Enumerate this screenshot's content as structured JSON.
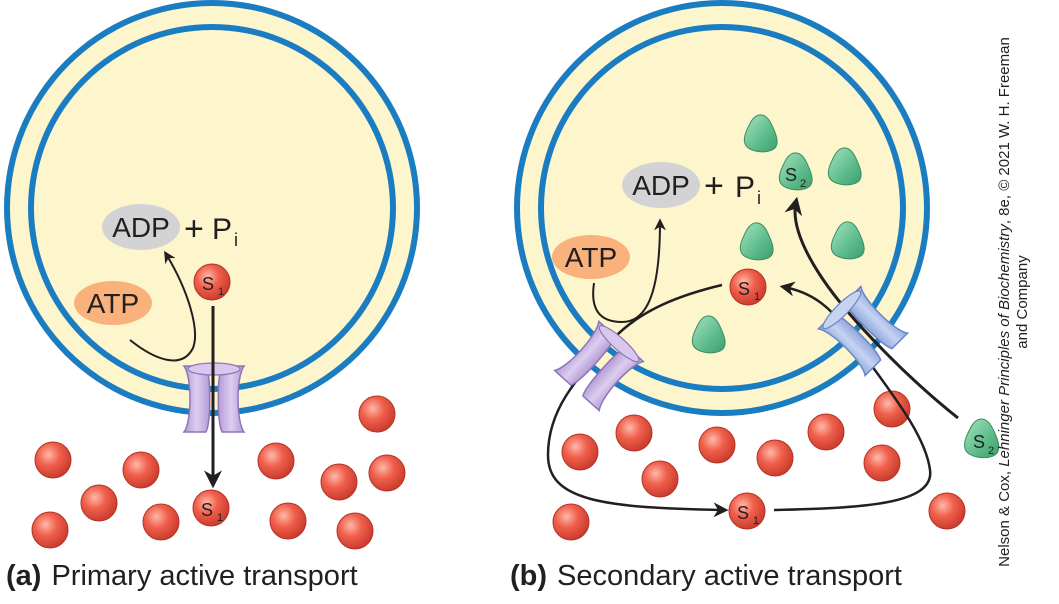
{
  "panel_a": {
    "letter": "(a)",
    "caption": "Primary active transport",
    "adp": "ADP",
    "plus": "+",
    "p": "P",
    "p_sub": "i",
    "atp": "ATP",
    "s": "S",
    "s_sub": "1"
  },
  "panel_b": {
    "letter": "(b)",
    "caption": "Secondary active transport",
    "adp": "ADP",
    "plus": "+",
    "p": "P",
    "p_sub": "i",
    "atp": "ATP",
    "s1": "S",
    "s1_sub": "1",
    "s2": "S",
    "s2_sub": "2"
  },
  "credit": {
    "line1_pre": "Nelson & Cox, ",
    "line1_title": "Lehninger Principles of Biochemistry",
    "line1_post": ", 8e, © 2021 W. H. Freeman",
    "line2": "and Company"
  },
  "colors": {
    "membrane_blue": "#1a7cc1",
    "membrane_fill": "#fdf5cc",
    "s1_red": "#e8503f",
    "s2_green": "#5cb88a",
    "adp_gray": "#d3d3d6",
    "atp_orange": "#f9b27c",
    "primary_pump_purple": "#c8b3e0",
    "symporter_blue": "#aabde6"
  }
}
